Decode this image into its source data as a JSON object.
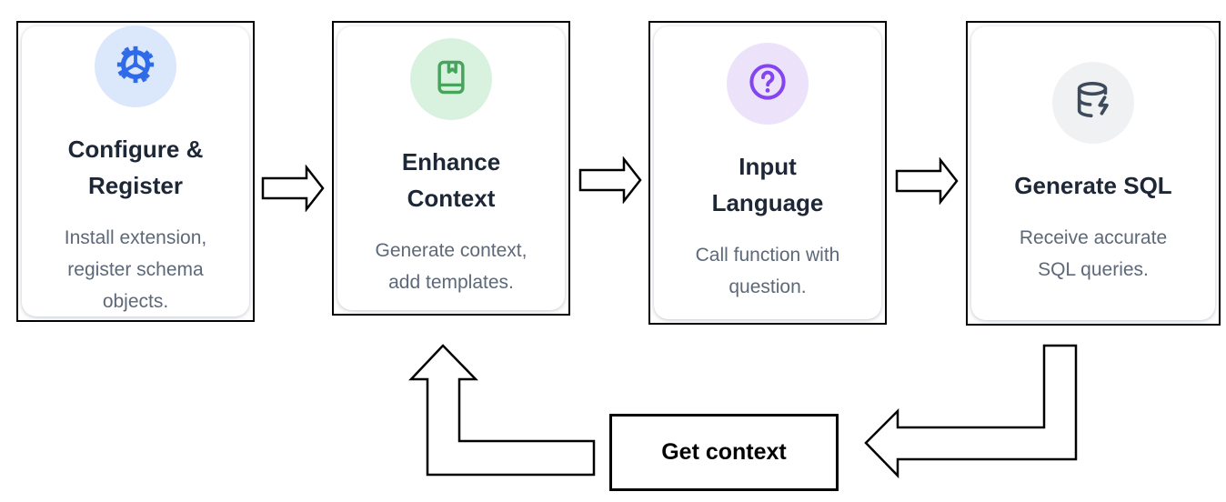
{
  "diagram": {
    "type": "flow",
    "steps": [
      {
        "title": "Configure &\nRegister",
        "description": "Install extension,\nregister schema\nobjects.",
        "icon": "gear-icon",
        "icon_color": "#2f6be8",
        "icon_bg": "#dbe7fa"
      },
      {
        "title": "Enhance\nContext",
        "description": "Generate context,\nadd templates.",
        "icon": "book-bookmark-icon",
        "icon_color": "#46a45c",
        "icon_bg": "#d9f2df"
      },
      {
        "title": "Input\nLanguage",
        "description": "Call function with\nquestion.",
        "icon": "question-circle-icon",
        "icon_color": "#8544f2",
        "icon_bg": "#ece3fb"
      },
      {
        "title": "Generate SQL",
        "description": "Receive accurate\nSQL queries.",
        "icon": "database-zap-icon",
        "icon_color": "#3d4a5b",
        "icon_bg": "#f0f1f3"
      }
    ],
    "connectors": [
      "arrow-right-step1-step2",
      "arrow-right-step2-step3",
      "arrow-right-step3-step4",
      "arrow-down-left-from-step4",
      "arrow-left-into-loop-box",
      "arrow-up-into-step2"
    ],
    "loop_label": "Get context",
    "colors": {
      "title_text": "#1e2736",
      "description_text": "#5d6878",
      "outline": "#000000",
      "card_background": "#ffffff"
    }
  }
}
